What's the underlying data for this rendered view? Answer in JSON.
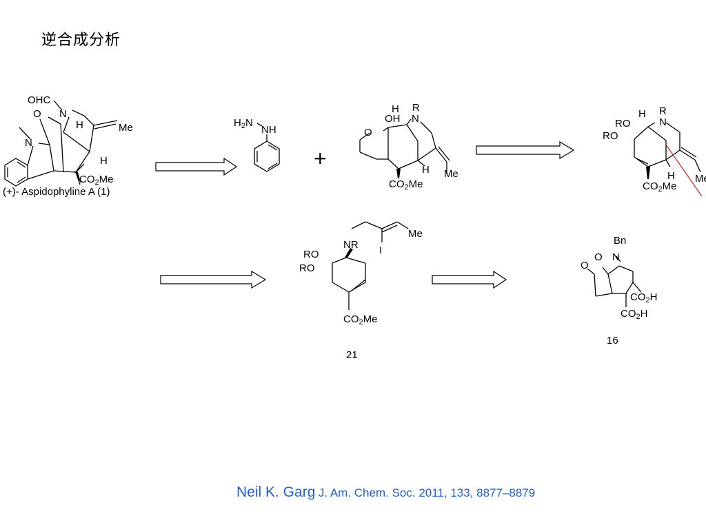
{
  "title": "逆合成分析",
  "compounds": {
    "aspidophyline": {
      "caption": "(+)- Aspidophyline A (1)",
      "labels": [
        "OHC",
        "N",
        "O",
        "H",
        "Me",
        "N",
        "H",
        "CO2Me"
      ]
    },
    "phenylhydrazine": {
      "labels": [
        "H2N",
        "NH"
      ]
    },
    "tricycle": {
      "labels": [
        "OH",
        "H",
        "R",
        "N",
        "O",
        "H",
        "Me",
        "CO2Me"
      ]
    },
    "bicycle": {
      "labels": [
        "H",
        "R",
        "RO",
        "N",
        "RO",
        "H",
        "Me",
        "CO2Me"
      ]
    },
    "compound21": {
      "caption": "21",
      "labels": [
        "Me",
        "I",
        "NR",
        "RO",
        "RO",
        "CO2Me"
      ]
    },
    "compound16": {
      "caption": "16",
      "labels": [
        "Bn",
        "O",
        "N",
        "O",
        "CO2H",
        "CO2H"
      ]
    }
  },
  "plus_symbol": "+",
  "citation": {
    "author": "Neil K. Garg",
    "journal": "J. Am. Chem. Soc. 2011, 133, 8877–8879"
  },
  "colors": {
    "citation": "#1f5fd1",
    "disconnection": "#d62020"
  }
}
